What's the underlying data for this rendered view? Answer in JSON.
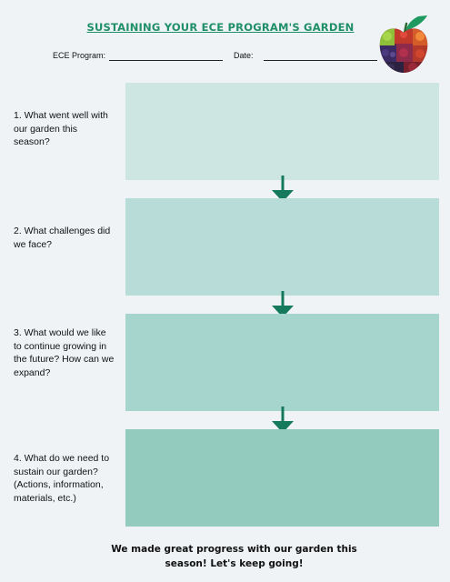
{
  "title": "SUSTAINING YOUR ECE PROGRAM'S GARDEN",
  "fields": {
    "program_label": "ECE Program:",
    "date_label": "Date:"
  },
  "questions": [
    "1. What went well with our garden this season?",
    "2. What challenges did we face?",
    "3. What would we like to continue growing in the future? How can we expand?",
    "4. What do we need to sustain our garden? (Actions, information, materials, etc.)"
  ],
  "answers": [
    "",
    "",
    "",
    ""
  ],
  "closing": "We made great progress with our garden this season! Let's keep going!",
  "colors": {
    "accent": "#1f8f67",
    "arrow": "#157a5c",
    "box_1": "#cde6e2",
    "box_2": "#b8ddd8",
    "box_3": "#a5d5cc",
    "box_4": "#93ccbf",
    "background": "#eff3f6"
  },
  "icons": {
    "logo": "apple-produce-logo",
    "arrow": "arrow-down-icon"
  }
}
